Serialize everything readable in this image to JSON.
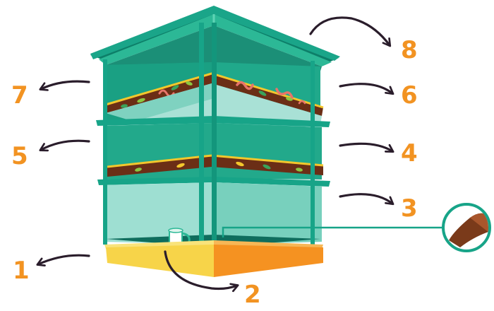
{
  "labels": {
    "n1": "1",
    "n2": "2",
    "n3": "3",
    "n4": "4",
    "n5": "5",
    "n6": "6",
    "n7": "7",
    "n8": "8"
  },
  "colors": {
    "label": "#f29322",
    "arrow": "#2a1d2b",
    "roof": "#1aa589",
    "roof_dark": "#0d7f69",
    "frame": "#17a488",
    "tray_light": "#a9e1d6",
    "tray_mid": "#4fc3a6",
    "soil": "#6b2e16",
    "soil_edge": "#f3c72c",
    "base_yellow": "#f7d449",
    "base_orange": "#f59221",
    "inset_brown": "#7a3a1a"
  },
  "icons": {
    "tap": "tap-icon",
    "worm": "worm-icon",
    "leaf": "leaf-icon"
  }
}
